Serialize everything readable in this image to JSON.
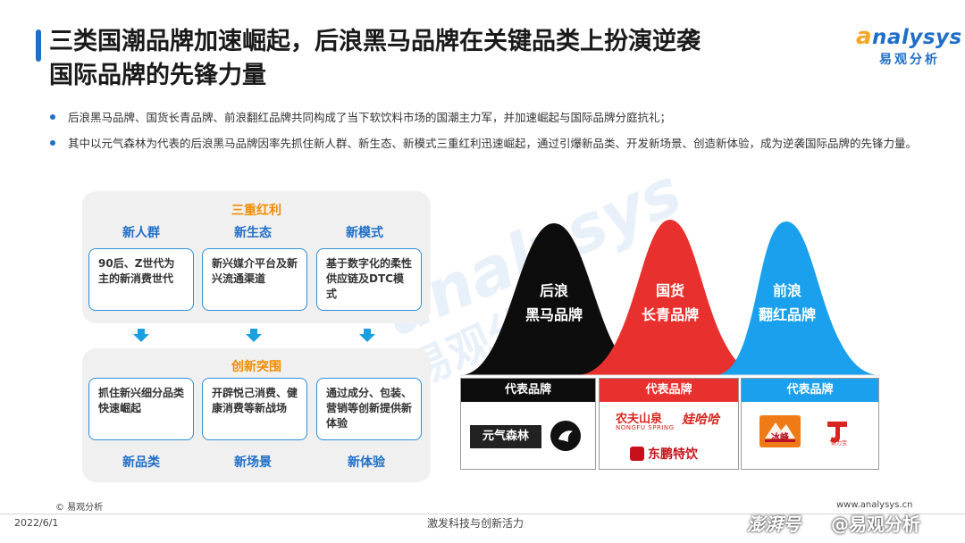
{
  "header": {
    "title_line1": "三类国潮品牌加速崛起，后浪黑马品牌在关键品类上扮演逆袭",
    "title_line2": "国际品牌的先锋力量",
    "logo_lead": "a",
    "logo_rest": "nalysys",
    "logo_cn": "易观分析"
  },
  "bullets": [
    "后浪黑马品牌、国货长青品牌、前浪翻红品牌共同构成了当下软饮料市场的国潮主力军，并加速崛起与国际品牌分庭抗礼；",
    "其中以元气森林为代表的后浪黑马品牌因率先抓住新人群、新生态、新模式三重红利迅速崛起，通过引爆新品类、开发新场景、创造新体验，成为逆袭国际品牌的先锋力量。"
  ],
  "watermark": {
    "en": "analysys",
    "cn": "易观分析"
  },
  "left_diagram": {
    "top_panel_title": "三重红利",
    "top_heads": [
      "新人群",
      "新生态",
      "新模式"
    ],
    "top_cells": [
      "90后、Z世代为主的新消费世代",
      "新兴媒介平台及新兴流通渠道",
      "基于数字化的柔性供应链及DTC模式"
    ],
    "bottom_panel_title": "创新突围",
    "bottom_cells": [
      "抓住新兴细分品类快速崛起",
      "开辟悦己消费、健康消费等新战场",
      "通过成分、包装、营销等创新提供新体验"
    ],
    "bottom_labels": [
      "新品类",
      "新场景",
      "新体验"
    ]
  },
  "right_diagram": {
    "curves": [
      {
        "label_line1": "后浪",
        "label_line2": "黑马品牌",
        "color": "#0d0d0d"
      },
      {
        "label_line1": "国货",
        "label_line2": "长青品牌",
        "color": "#e8312e"
      },
      {
        "label_line1": "前浪",
        "label_line2": "翻红品牌",
        "color": "#1aa0ec"
      }
    ],
    "rep_header": "代表品牌",
    "brands": {
      "black": [
        "元气森林",
        "bird-logo"
      ],
      "red": [
        "农夫山泉",
        "NONGFU SPRING",
        "娃哈哈",
        "东鹏特饮"
      ],
      "blue": [
        "冰峰",
        "健力宝"
      ]
    }
  },
  "footer": {
    "copyright": "© 易观分析",
    "date": "2022/6/1",
    "slogan": "激发科技与创新活力",
    "url": "www.analysys.cn",
    "badge_left": "澎湃号",
    "badge_right": "@易观分析"
  }
}
